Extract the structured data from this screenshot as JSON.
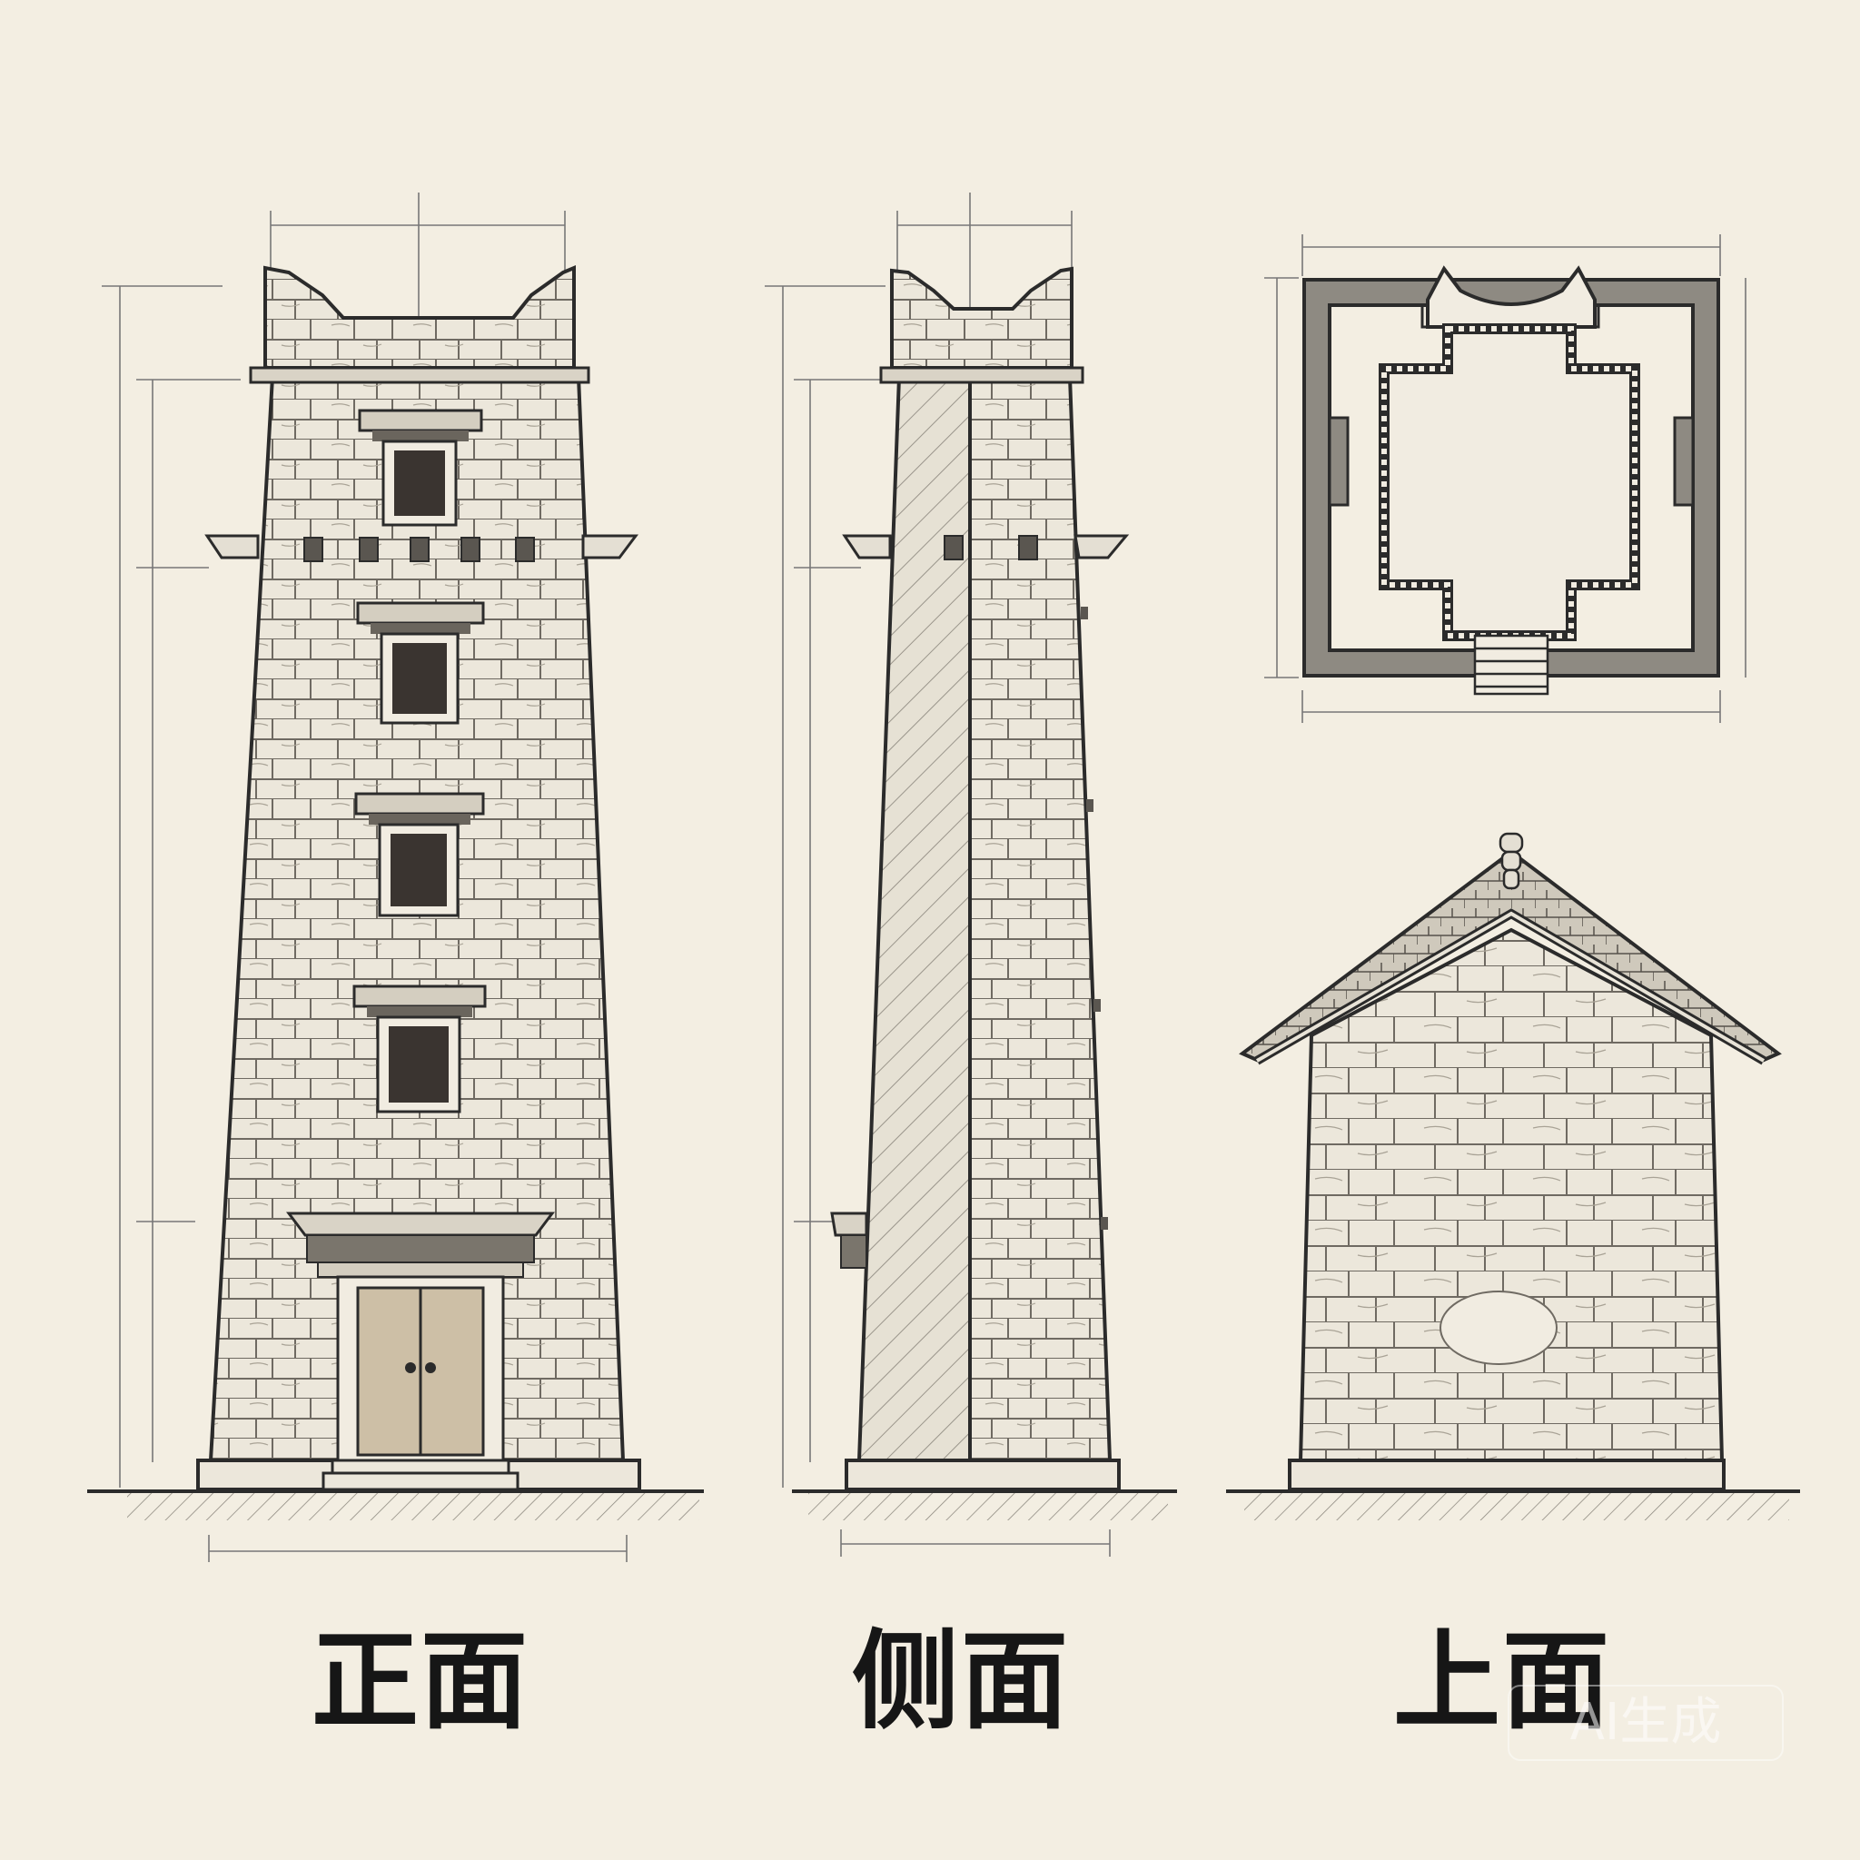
{
  "captions": {
    "front": "正面",
    "side": "侧面",
    "top": "上面"
  },
  "watermark": "AI生成",
  "colors": {
    "paper": "#f3eee2",
    "ink": "#2b2b2b",
    "stone": "#e9e4d8",
    "wall_fill": "#8e8a82",
    "door_wood": "#cdbfa6",
    "window_dark": "#3a3430"
  },
  "views": [
    {
      "id": "front-elevation",
      "caption_key": "front"
    },
    {
      "id": "side-elevation",
      "caption_key": "side"
    },
    {
      "id": "floor-plan"
    },
    {
      "id": "gable-elevation",
      "caption_key": "top"
    }
  ]
}
